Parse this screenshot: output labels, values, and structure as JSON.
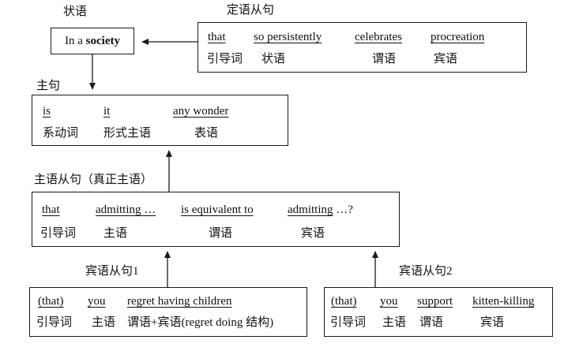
{
  "diagram": {
    "adverbial": {
      "label": "状语",
      "text_prefix": "In a ",
      "text_bold": "society"
    },
    "attributive_clause": {
      "label": "定语从句",
      "row1": [
        "that",
        "so persistently",
        "celebrates",
        "procreation"
      ],
      "row2": [
        "引导词",
        "状语",
        "谓语",
        "宾语"
      ]
    },
    "main_clause": {
      "label": "主句",
      "row1": [
        "is",
        "it",
        "any wonder"
      ],
      "row2": [
        "系动词",
        "形式主语",
        "表语"
      ]
    },
    "subject_clause": {
      "label": "主语从句（真正主语）",
      "row1": [
        "that",
        "admitting …",
        "is equivalent to",
        "admitting"
      ],
      "row1_suffix": " …?",
      "row2": [
        "引导词",
        "主语",
        "谓语",
        "宾语"
      ]
    },
    "object_clause_1": {
      "label": "宾语从句1",
      "row1": [
        "(that)",
        "you",
        "regret having children"
      ],
      "row2": [
        "引导词",
        "主语",
        "谓语+宾语(regret doing 结构)"
      ]
    },
    "object_clause_2": {
      "label": "宾语从句2",
      "row1": [
        "(that)",
        "you",
        "support",
        "kitten-killing"
      ],
      "row2": [
        "引导词",
        "主语",
        "谓语",
        "宾语"
      ]
    },
    "colors": {
      "line": "#1a1a1a",
      "background": "#ffffff",
      "text": "#111111"
    }
  }
}
